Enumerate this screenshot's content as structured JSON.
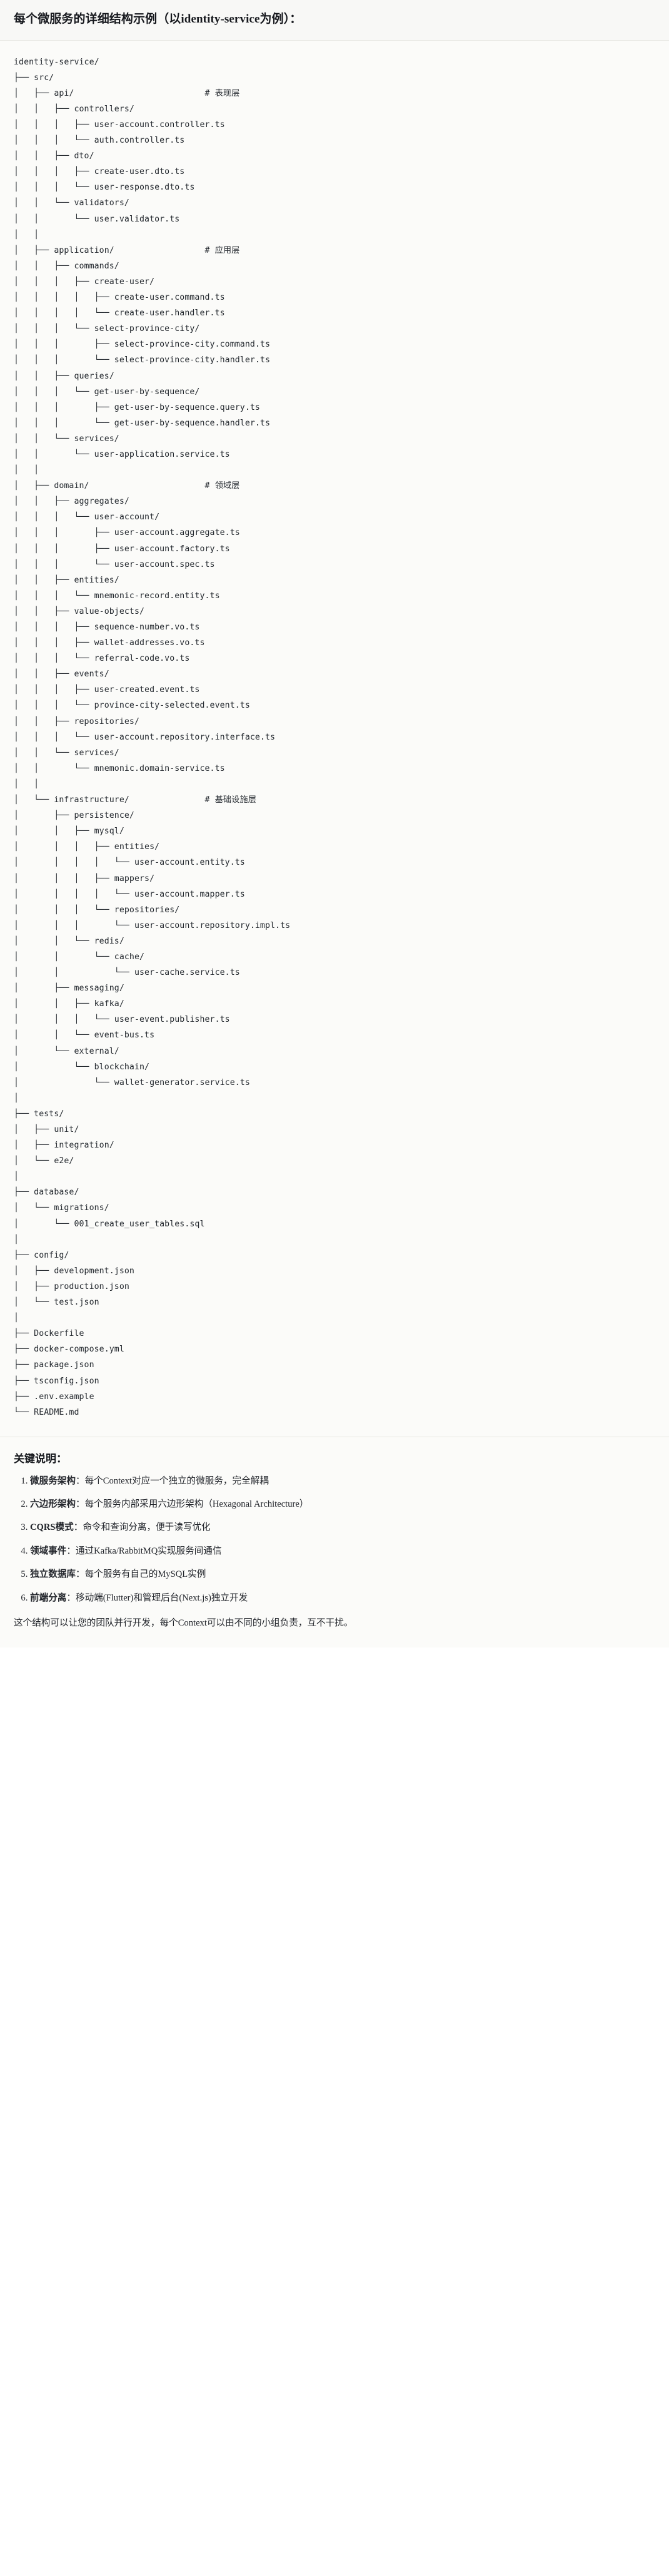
{
  "header": {
    "title": "每个微服务的详细结构示例（以identity-service为例）："
  },
  "tree": {
    "root": "identity-service/",
    "text": "identity-service/\n├── src/\n│   ├── api/                          # 表现层\n│   │   ├── controllers/\n│   │   │   ├── user-account.controller.ts\n│   │   │   └── auth.controller.ts\n│   │   ├── dto/\n│   │   │   ├── create-user.dto.ts\n│   │   │   └── user-response.dto.ts\n│   │   └── validators/\n│   │       └── user.validator.ts\n│   │\n│   ├── application/                  # 应用层\n│   │   ├── commands/\n│   │   │   ├── create-user/\n│   │   │   │   ├── create-user.command.ts\n│   │   │   │   └── create-user.handler.ts\n│   │   │   └── select-province-city/\n│   │   │       ├── select-province-city.command.ts\n│   │   │       └── select-province-city.handler.ts\n│   │   ├── queries/\n│   │   │   └── get-user-by-sequence/\n│   │   │       ├── get-user-by-sequence.query.ts\n│   │   │       └── get-user-by-sequence.handler.ts\n│   │   └── services/\n│   │       └── user-application.service.ts\n│   │\n│   ├── domain/                       # 领域层\n│   │   ├── aggregates/\n│   │   │   └── user-account/\n│   │   │       ├── user-account.aggregate.ts\n│   │   │       ├── user-account.factory.ts\n│   │   │       └── user-account.spec.ts\n│   │   ├── entities/\n│   │   │   └── mnemonic-record.entity.ts\n│   │   ├── value-objects/\n│   │   │   ├── sequence-number.vo.ts\n│   │   │   ├── wallet-addresses.vo.ts\n│   │   │   └── referral-code.vo.ts\n│   │   ├── events/\n│   │   │   ├── user-created.event.ts\n│   │   │   └── province-city-selected.event.ts\n│   │   ├── repositories/\n│   │   │   └── user-account.repository.interface.ts\n│   │   └── services/\n│   │       └── mnemonic.domain-service.ts\n│   │\n│   └── infrastructure/               # 基础设施层\n│       ├── persistence/\n│       │   ├── mysql/\n│       │   │   ├── entities/\n│       │   │   │   └── user-account.entity.ts\n│       │   │   ├── mappers/\n│       │   │   │   └── user-account.mapper.ts\n│       │   │   └── repositories/\n│       │   │       └── user-account.repository.impl.ts\n│       │   └── redis/\n│       │       └── cache/\n│       │           └── user-cache.service.ts\n│       ├── messaging/\n│       │   ├── kafka/\n│       │   │   └── user-event.publisher.ts\n│       │   └── event-bus.ts\n│       └── external/\n│           └── blockchain/\n│               └── wallet-generator.service.ts\n│\n├── tests/\n│   ├── unit/\n│   ├── integration/\n│   └── e2e/\n│\n├── database/\n│   └── migrations/\n│       └── 001_create_user_tables.sql\n│\n├── config/\n│   ├── development.json\n│   ├── production.json\n│   └── test.json\n│\n├── Dockerfile\n├── docker-compose.yml\n├── package.json\n├── tsconfig.json\n├── .env.example\n└── README.md",
    "comments": [
      {
        "path": "src/api/",
        "label": "# 表现层"
      },
      {
        "path": "src/application/",
        "label": "# 应用层"
      },
      {
        "path": "src/domain/",
        "label": "# 领域层"
      },
      {
        "path": "src/infrastructure/",
        "label": "# 基础设施层"
      }
    ]
  },
  "notes": {
    "title": "关键说明：",
    "items": [
      {
        "label": "微服务架构",
        "text": "：每个Context对应一个独立的微服务，完全解耦"
      },
      {
        "label": "六边形架构",
        "text": "：每个服务内部采用六边形架构（Hexagonal Architecture）"
      },
      {
        "label": "CQRS模式",
        "text": "：命令和查询分离，便于读写优化"
      },
      {
        "label": "领域事件",
        "text": "：通过Kafka/RabbitMQ实现服务间通信"
      },
      {
        "label": "独立数据库",
        "text": "：每个服务有自己的MySQL实例"
      },
      {
        "label": "前端分离",
        "text": "：移动端(Flutter)和管理后台(Next.js)独立开发"
      }
    ],
    "closing": "这个结构可以让您的团队并行开发，每个Context可以由不同的小组负责，互不干扰。"
  }
}
